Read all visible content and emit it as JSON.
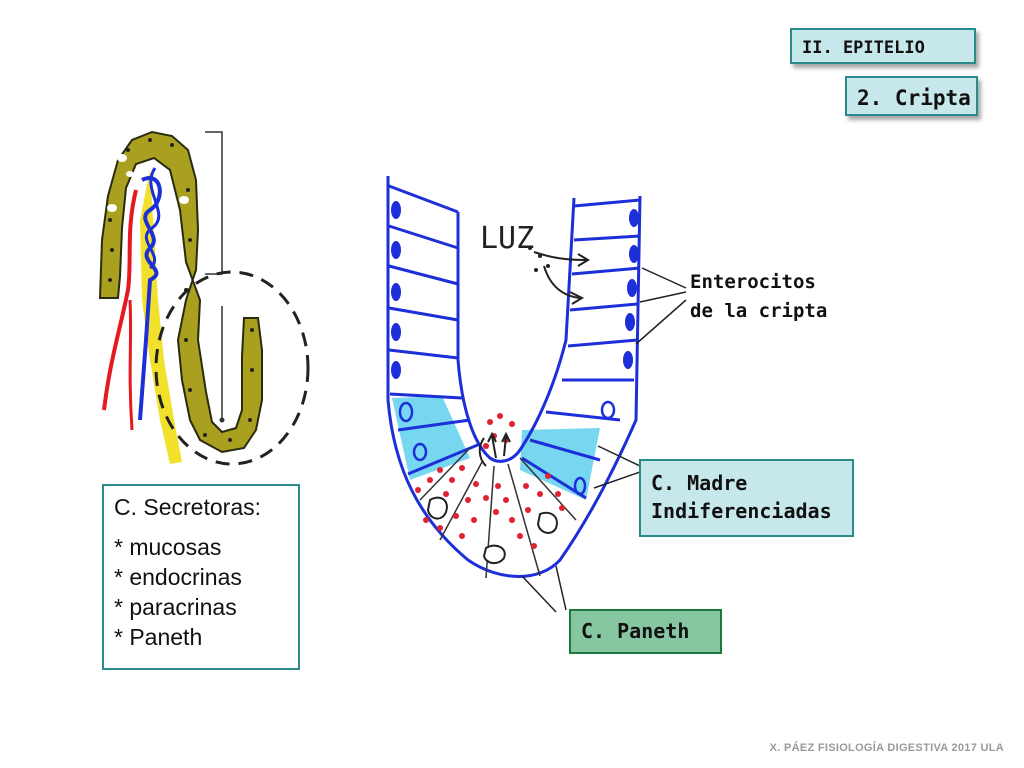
{
  "section_tag": "II. EPITELIO",
  "topic_tag": "2. Cripta",
  "labels": {
    "enterocitos_line1": "Enterocitos",
    "enterocitos_line2": "de la cripta",
    "madre_line1": "C. Madre",
    "madre_line2": "Indiferenciadas",
    "paneth": "C. Paneth",
    "luz": "LUZ"
  },
  "secretoras": {
    "title": "C. Secretoras:",
    "items": [
      "* mucosas",
      "* endocrinas",
      "* paracrinas",
      "* Paneth"
    ]
  },
  "footer": "X. PÁEZ   FISIOLOGÍA DIGESTIVA 2017  ULA",
  "colors": {
    "enterocyte_blue": "#1c2fd8",
    "stem_cyan": "#5fd0ee",
    "paneth_granule_red": "#e0212f",
    "villus_olive": "#a8a01e",
    "capillary_red": "#e5191f",
    "vessel_blue": "#1c2fd8",
    "lacteal_yellow": "#f1e12a"
  }
}
